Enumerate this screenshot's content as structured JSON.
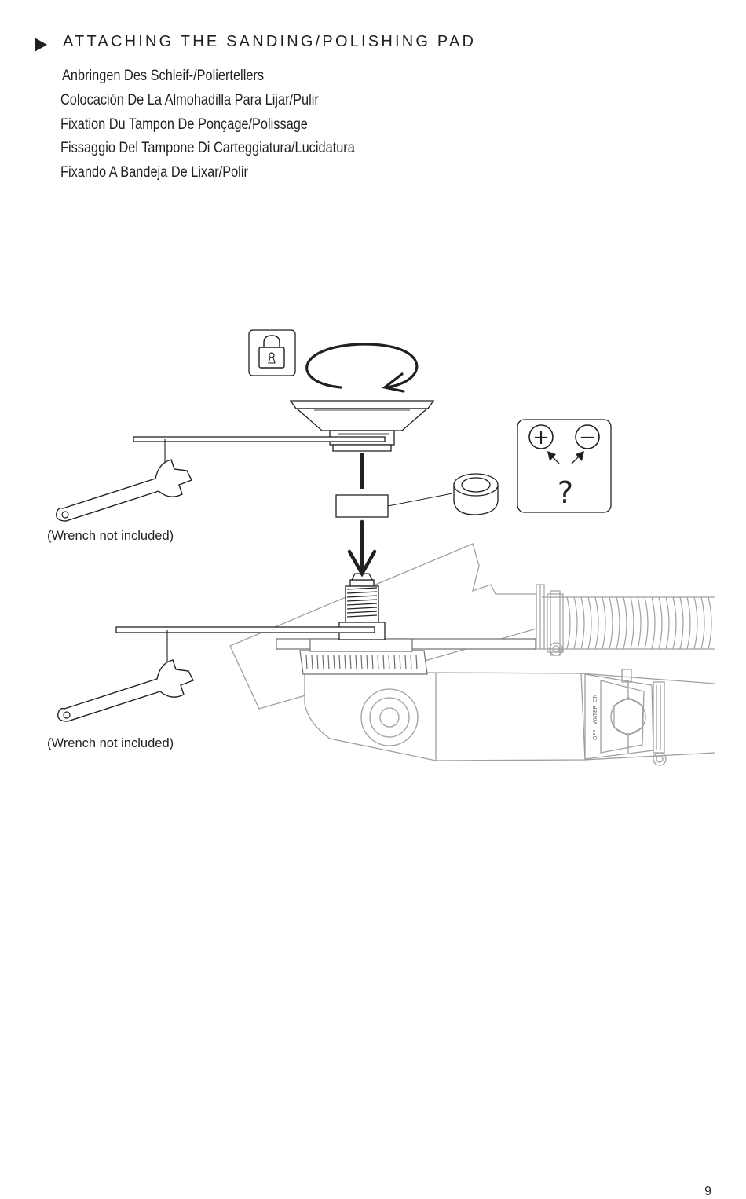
{
  "header": {
    "title": "ATTACHING THE SANDING/POLISHING PAD",
    "icon": "play-triangle-icon"
  },
  "subtitles": [
    "Anbringen Des Schleif-/Poliertellers",
    "Colocación De La Almohadilla Para Lijar/Pulir",
    "Fixation Du Tampon De Ponçage/Polissage",
    "Fissaggio Del Tampone Di Carteggiatura/Lucidatura",
    "Fixando A Bandeja De Lixar/Polir"
  ],
  "figure": {
    "caption_top": "(Wrench not included)",
    "caption_bottom": "(Wrench not included)",
    "polarity_plus": "+",
    "polarity_minus": "−",
    "question": "?",
    "valve_label_off": "OFF",
    "valve_label_water": "WATER",
    "valve_label_on": "ON"
  },
  "footer": {
    "page_number": "9"
  }
}
